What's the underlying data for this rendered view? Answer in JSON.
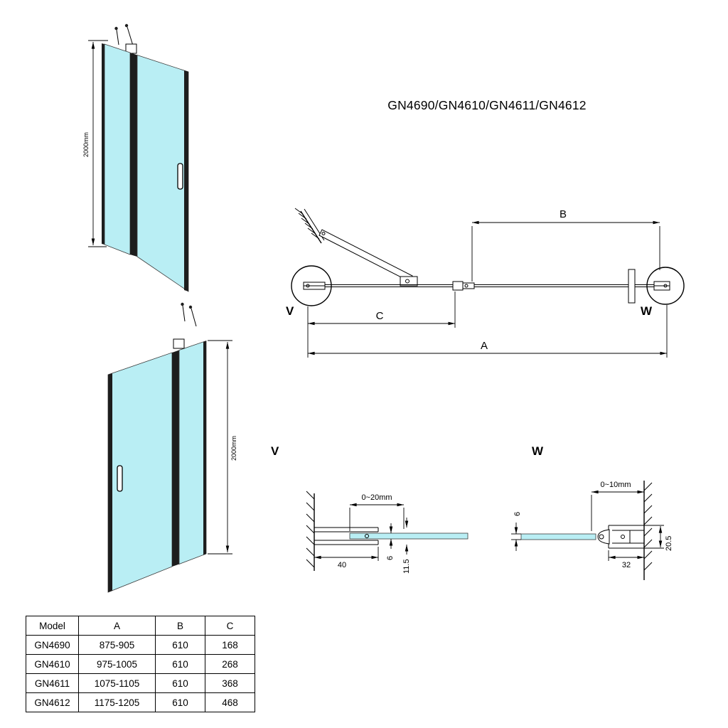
{
  "title": "GN4690/GN4610/GN4611/GN4612",
  "colors": {
    "glass": "#b9eef4",
    "line": "#000000"
  },
  "front_view_upper": {
    "height_dim": "2000mm"
  },
  "front_view_lower": {
    "height_dim": "2000mm"
  },
  "plan_view": {
    "dim_a_label": "A",
    "dim_b_label": "B",
    "dim_c_label": "C",
    "detail_v_label": "V",
    "detail_w_label": "W"
  },
  "detail_v": {
    "label": "V",
    "adjust_dim": "0~20mm",
    "width_dim": "40",
    "glass_thickness_dim": "6",
    "channel_depth_dim": "11.5"
  },
  "detail_w": {
    "label": "W",
    "adjust_dim": "0~10mm",
    "glass_thickness_dim": "6",
    "channel_height_dim": "20.5",
    "channel_width_dim": "32"
  },
  "table": {
    "headers": [
      "Model",
      "A",
      "B",
      "C"
    ],
    "rows": [
      [
        "GN4690",
        "875-905",
        "610",
        "168"
      ],
      [
        "GN4610",
        "975-1005",
        "610",
        "268"
      ],
      [
        "GN4611",
        "1075-1105",
        "610",
        "368"
      ],
      [
        "GN4612",
        "1175-1205",
        "610",
        "468"
      ]
    ]
  }
}
